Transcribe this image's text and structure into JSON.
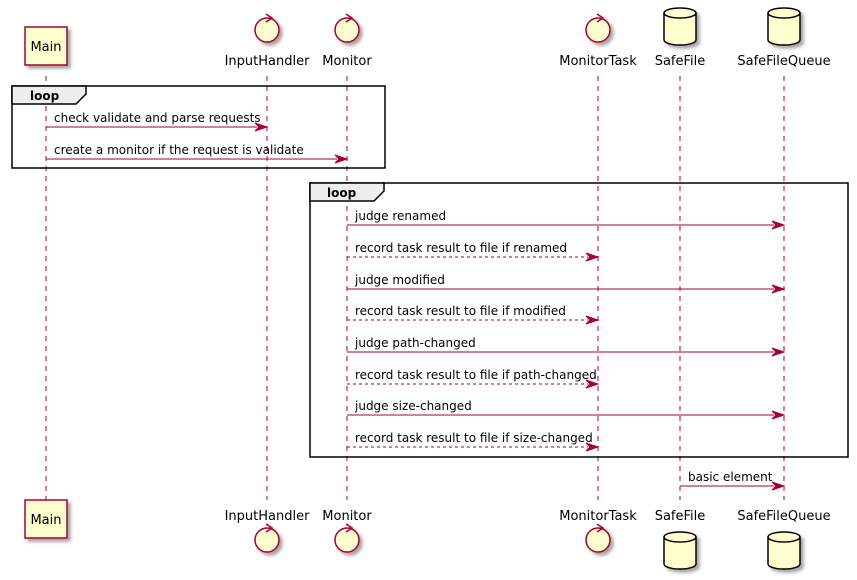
{
  "participants": [
    {
      "id": "main",
      "label": "Main",
      "kind": "participant"
    },
    {
      "id": "input",
      "label": "InputHandler",
      "kind": "control"
    },
    {
      "id": "monitor",
      "label": "Monitor",
      "kind": "control"
    },
    {
      "id": "task",
      "label": "MonitorTask",
      "kind": "control"
    },
    {
      "id": "safefile",
      "label": "SafeFile",
      "kind": "database"
    },
    {
      "id": "queue",
      "label": "SafeFileQueue",
      "kind": "database"
    }
  ],
  "groups": [
    {
      "label": "loop"
    },
    {
      "label": "loop"
    }
  ],
  "messages": [
    {
      "from": "main",
      "to": "input",
      "label": "check validate and parse requests",
      "style": "solid"
    },
    {
      "from": "main",
      "to": "monitor",
      "label": "create a monitor if the request is validate",
      "style": "solid"
    },
    {
      "from": "monitor",
      "to": "queue",
      "label": "judge renamed",
      "style": "solid"
    },
    {
      "from": "monitor",
      "to": "task",
      "label": "record task result to file if renamed",
      "style": "dashed"
    },
    {
      "from": "monitor",
      "to": "queue",
      "label": "judge modified",
      "style": "solid"
    },
    {
      "from": "monitor",
      "to": "task",
      "label": "record task result to file if modified",
      "style": "dashed"
    },
    {
      "from": "monitor",
      "to": "queue",
      "label": "judge path-changed",
      "style": "solid"
    },
    {
      "from": "monitor",
      "to": "task",
      "label": "record task result to file if path-changed",
      "style": "dashed"
    },
    {
      "from": "monitor",
      "to": "queue",
      "label": "judge size-changed",
      "style": "solid"
    },
    {
      "from": "monitor",
      "to": "task",
      "label": "record task result to file if size-changed",
      "style": "dashed"
    },
    {
      "from": "safefile",
      "to": "queue",
      "label": "basic element",
      "style": "solid"
    }
  ],
  "colors": {
    "arrow": "#A80036",
    "lifeline": "#A80036",
    "participant_fill": "#FEFECE",
    "participant_border": "#A80036",
    "frame_border": "#000000",
    "frame_tab_fill": "#EEEEEE"
  }
}
